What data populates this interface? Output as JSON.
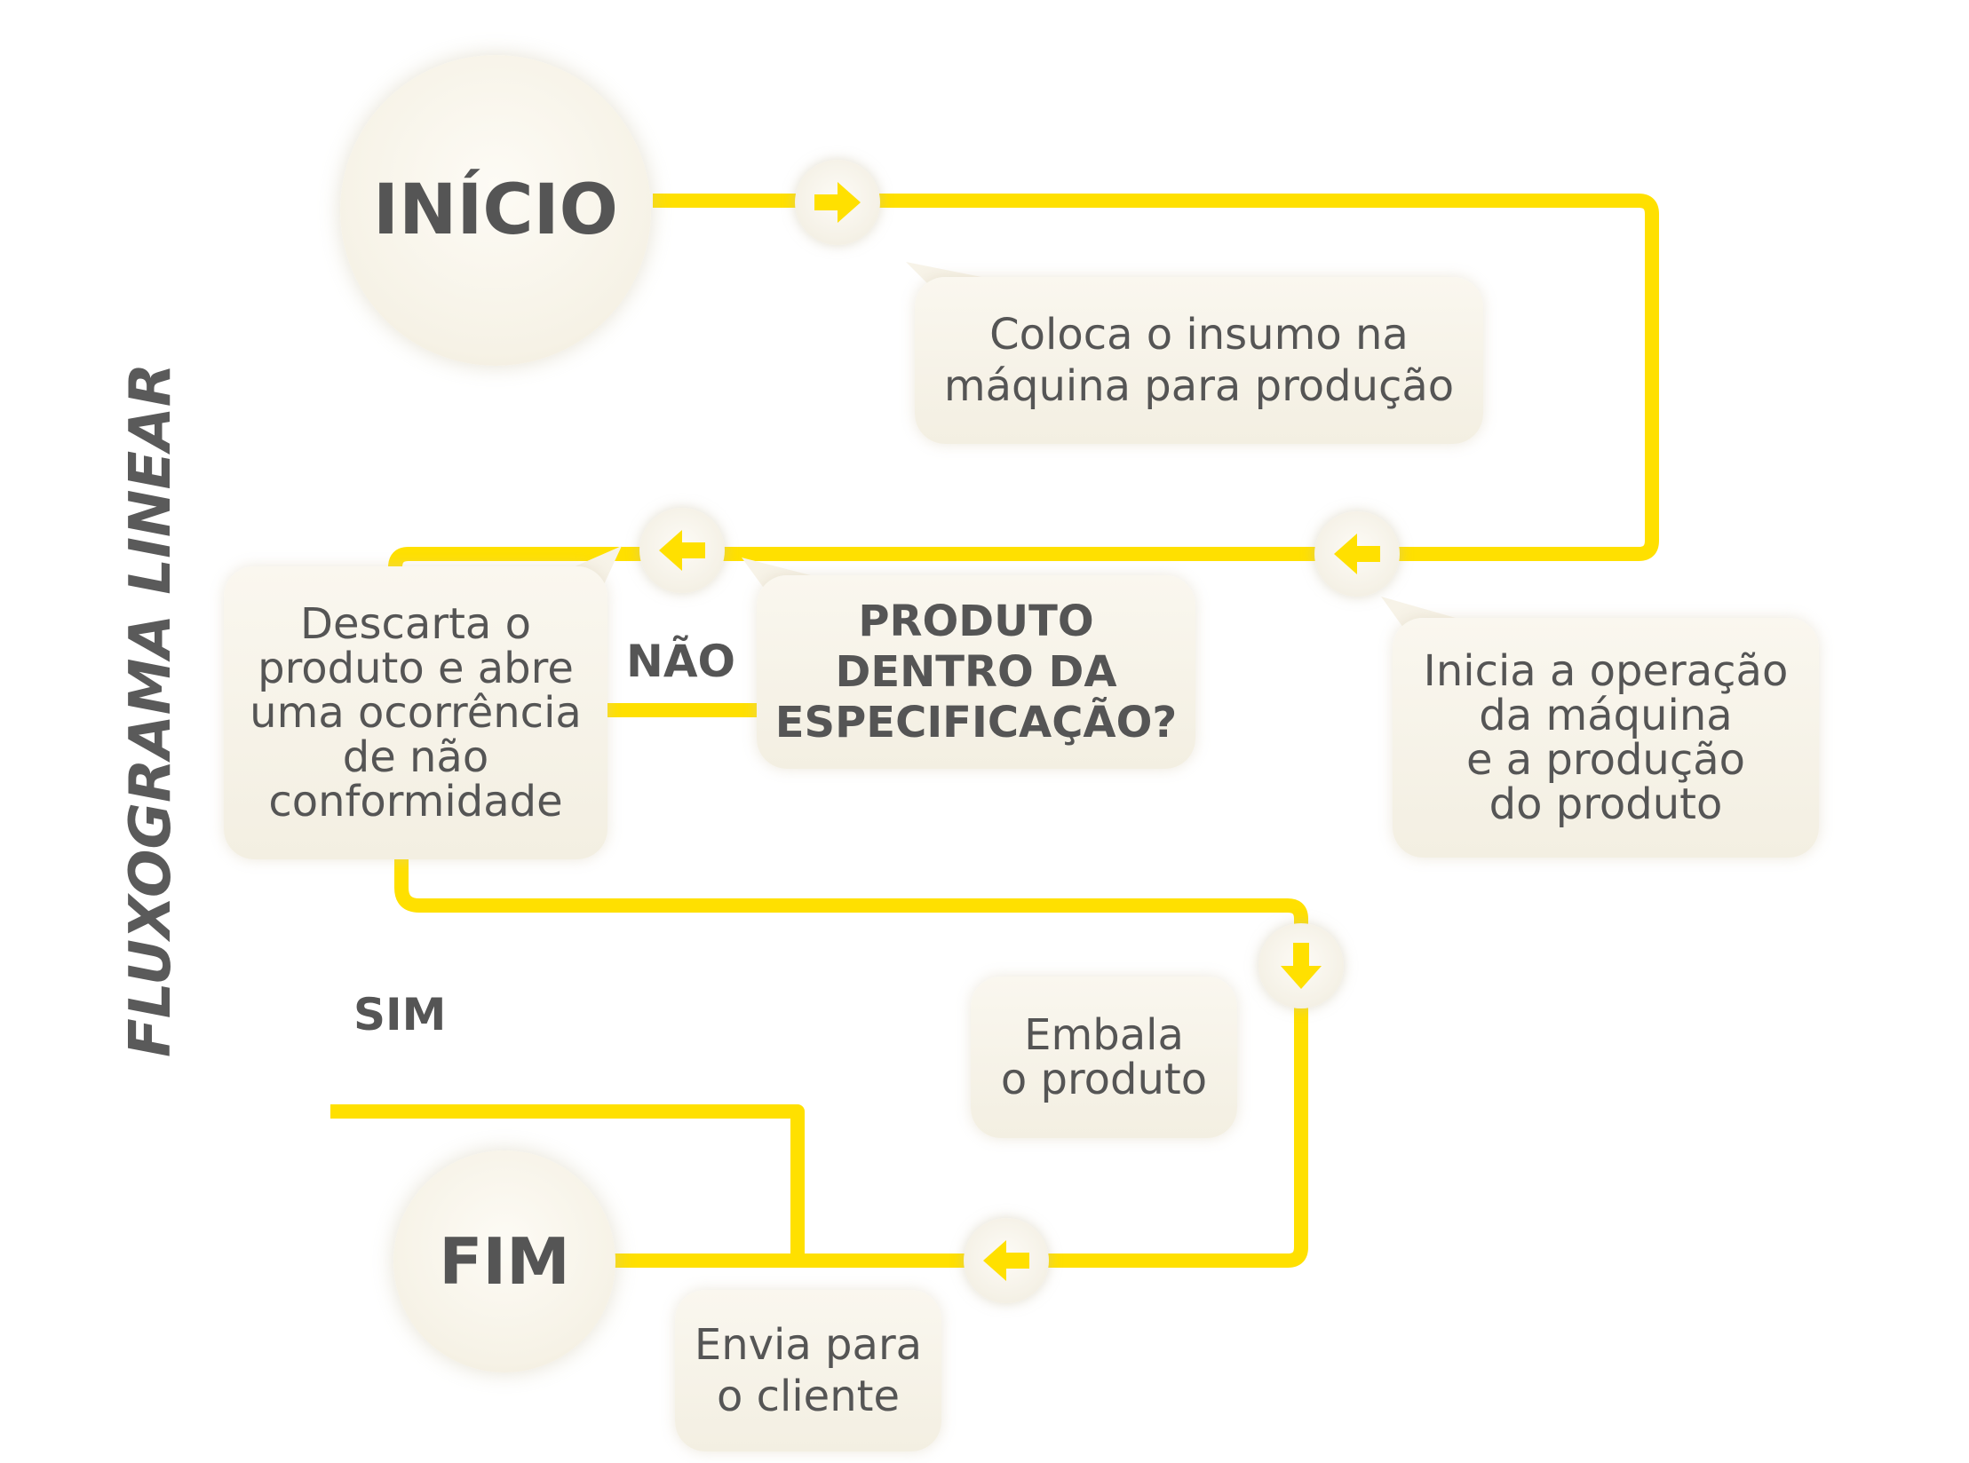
{
  "title": "FLUXOGRAMA LINEAR",
  "colors": {
    "line": "#FFE000",
    "text": "#555555",
    "bubble": "#F5F1E6"
  },
  "nodes": {
    "start": "INÍCIO",
    "end": "FIM",
    "step1": "Coloca o insumo na\nmáquina para produção",
    "step2": "Inicia a operação\nda máquina\ne a produção\ndo produto",
    "decision": "PRODUTO\nDENTRO DA\nESPECIFICAÇÃO?",
    "reject": "Descarta o\nproduto e abre\numa ocorrência\nde não\nconformidade",
    "pack": "Embala\no produto",
    "ship": "Envia para\no cliente"
  },
  "labels": {
    "no": "NÃO",
    "yes": "SIM"
  },
  "icons": {
    "arrow1": "arrow-right-icon",
    "arrow2": "arrow-left-icon",
    "arrow3": "arrow-left-icon",
    "arrow4": "arrow-down-icon",
    "arrow5": "arrow-left-icon"
  }
}
